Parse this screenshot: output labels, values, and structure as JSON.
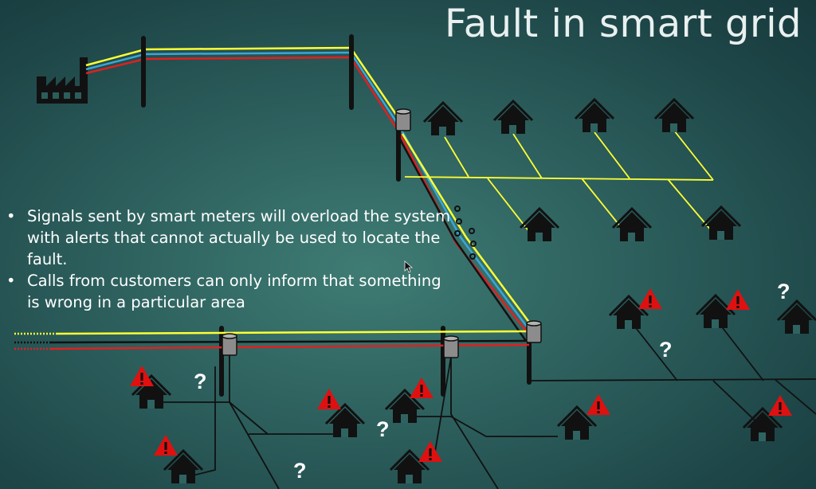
{
  "slide": {
    "title": "Fault in smart grid",
    "bullets": [
      "Signals sent by smart meters will overload the system with alerts that cannot actually be used to locate the fault.",
      "Calls from customers can only inform that something is wrong in a particular area"
    ]
  },
  "diagram": {
    "icons": {
      "factory": "factory-icon",
      "house": "house-icon",
      "warning": "warning-triangle-icon",
      "question": "?",
      "meter": "smart-meter-icon",
      "pole": "utility-pole"
    },
    "colors": {
      "wire_yellow": "#ffff33",
      "wire_blue": "#3aa6d8",
      "wire_red": "#e02020",
      "wire_black": "#111111",
      "house": "#111111",
      "warning": "#e01010",
      "meter": "#8c8c8c"
    }
  }
}
